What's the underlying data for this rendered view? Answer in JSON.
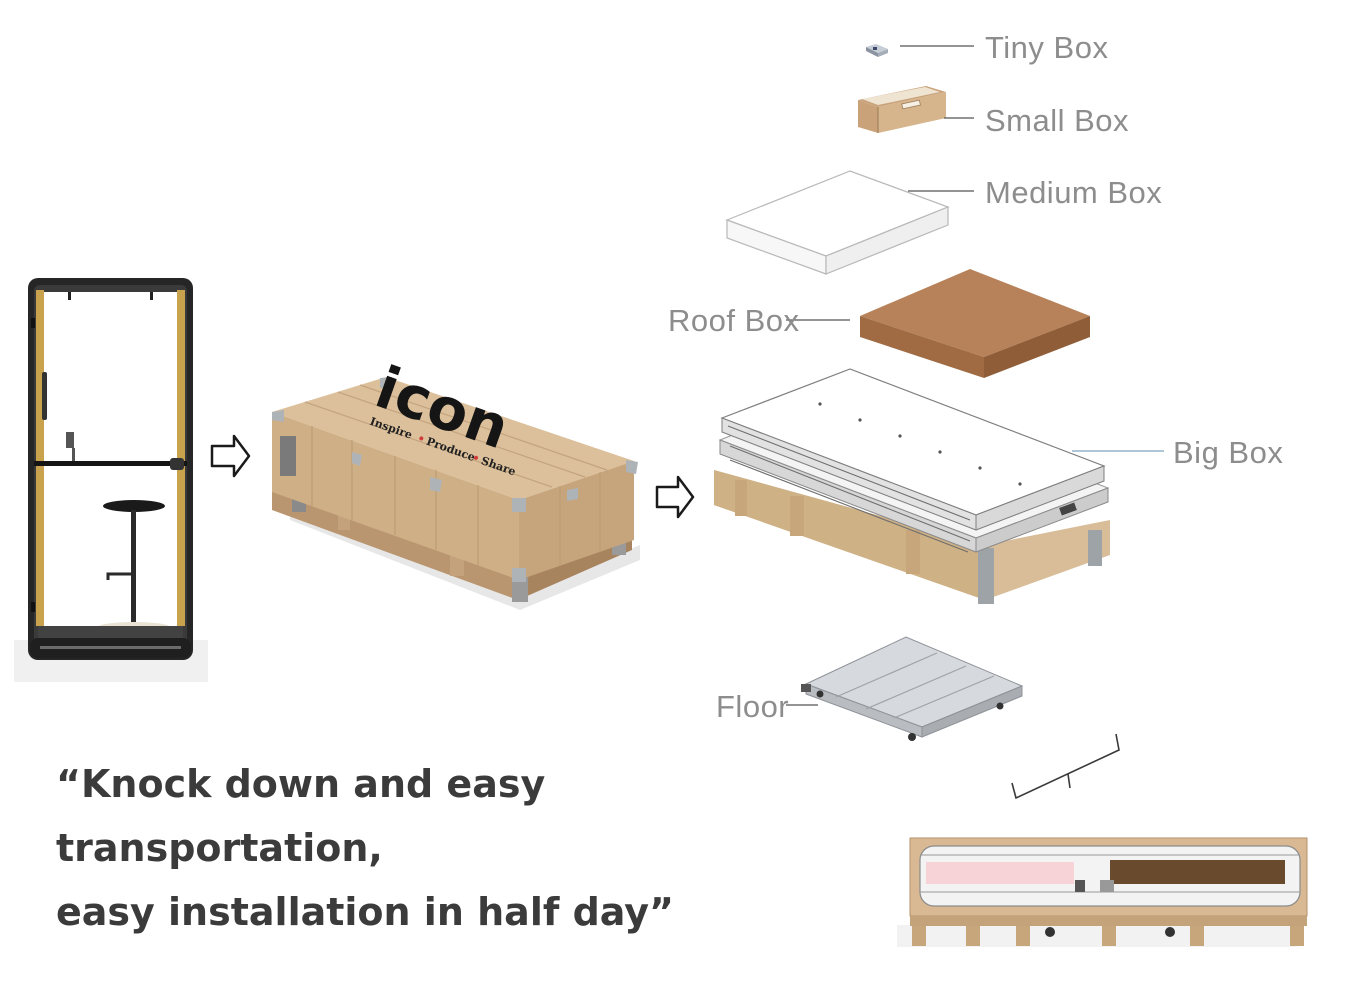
{
  "diagram": {
    "labels": {
      "tiny_box": "Tiny Box",
      "small_box": "Small Box",
      "medium_box": "Medium Box",
      "roof_box": "Roof Box",
      "big_box": "Big Box",
      "floor": "Floor"
    },
    "crate_logo": {
      "brand": "icon",
      "tagline": [
        "Inspire",
        "Produce",
        "Share"
      ]
    }
  },
  "quote": {
    "lines": [
      "“Knock down and easy",
      "transportation,",
      "easy installation in half day”"
    ]
  },
  "colors": {
    "cardboard": "#d3b38e",
    "roof_brown": "#b07a4e",
    "booth_frame": "#2a2a2a",
    "booth_panel": "#c9a24e",
    "label_gray": "#8d8d8d",
    "quote_text": "#3b3b3b"
  }
}
